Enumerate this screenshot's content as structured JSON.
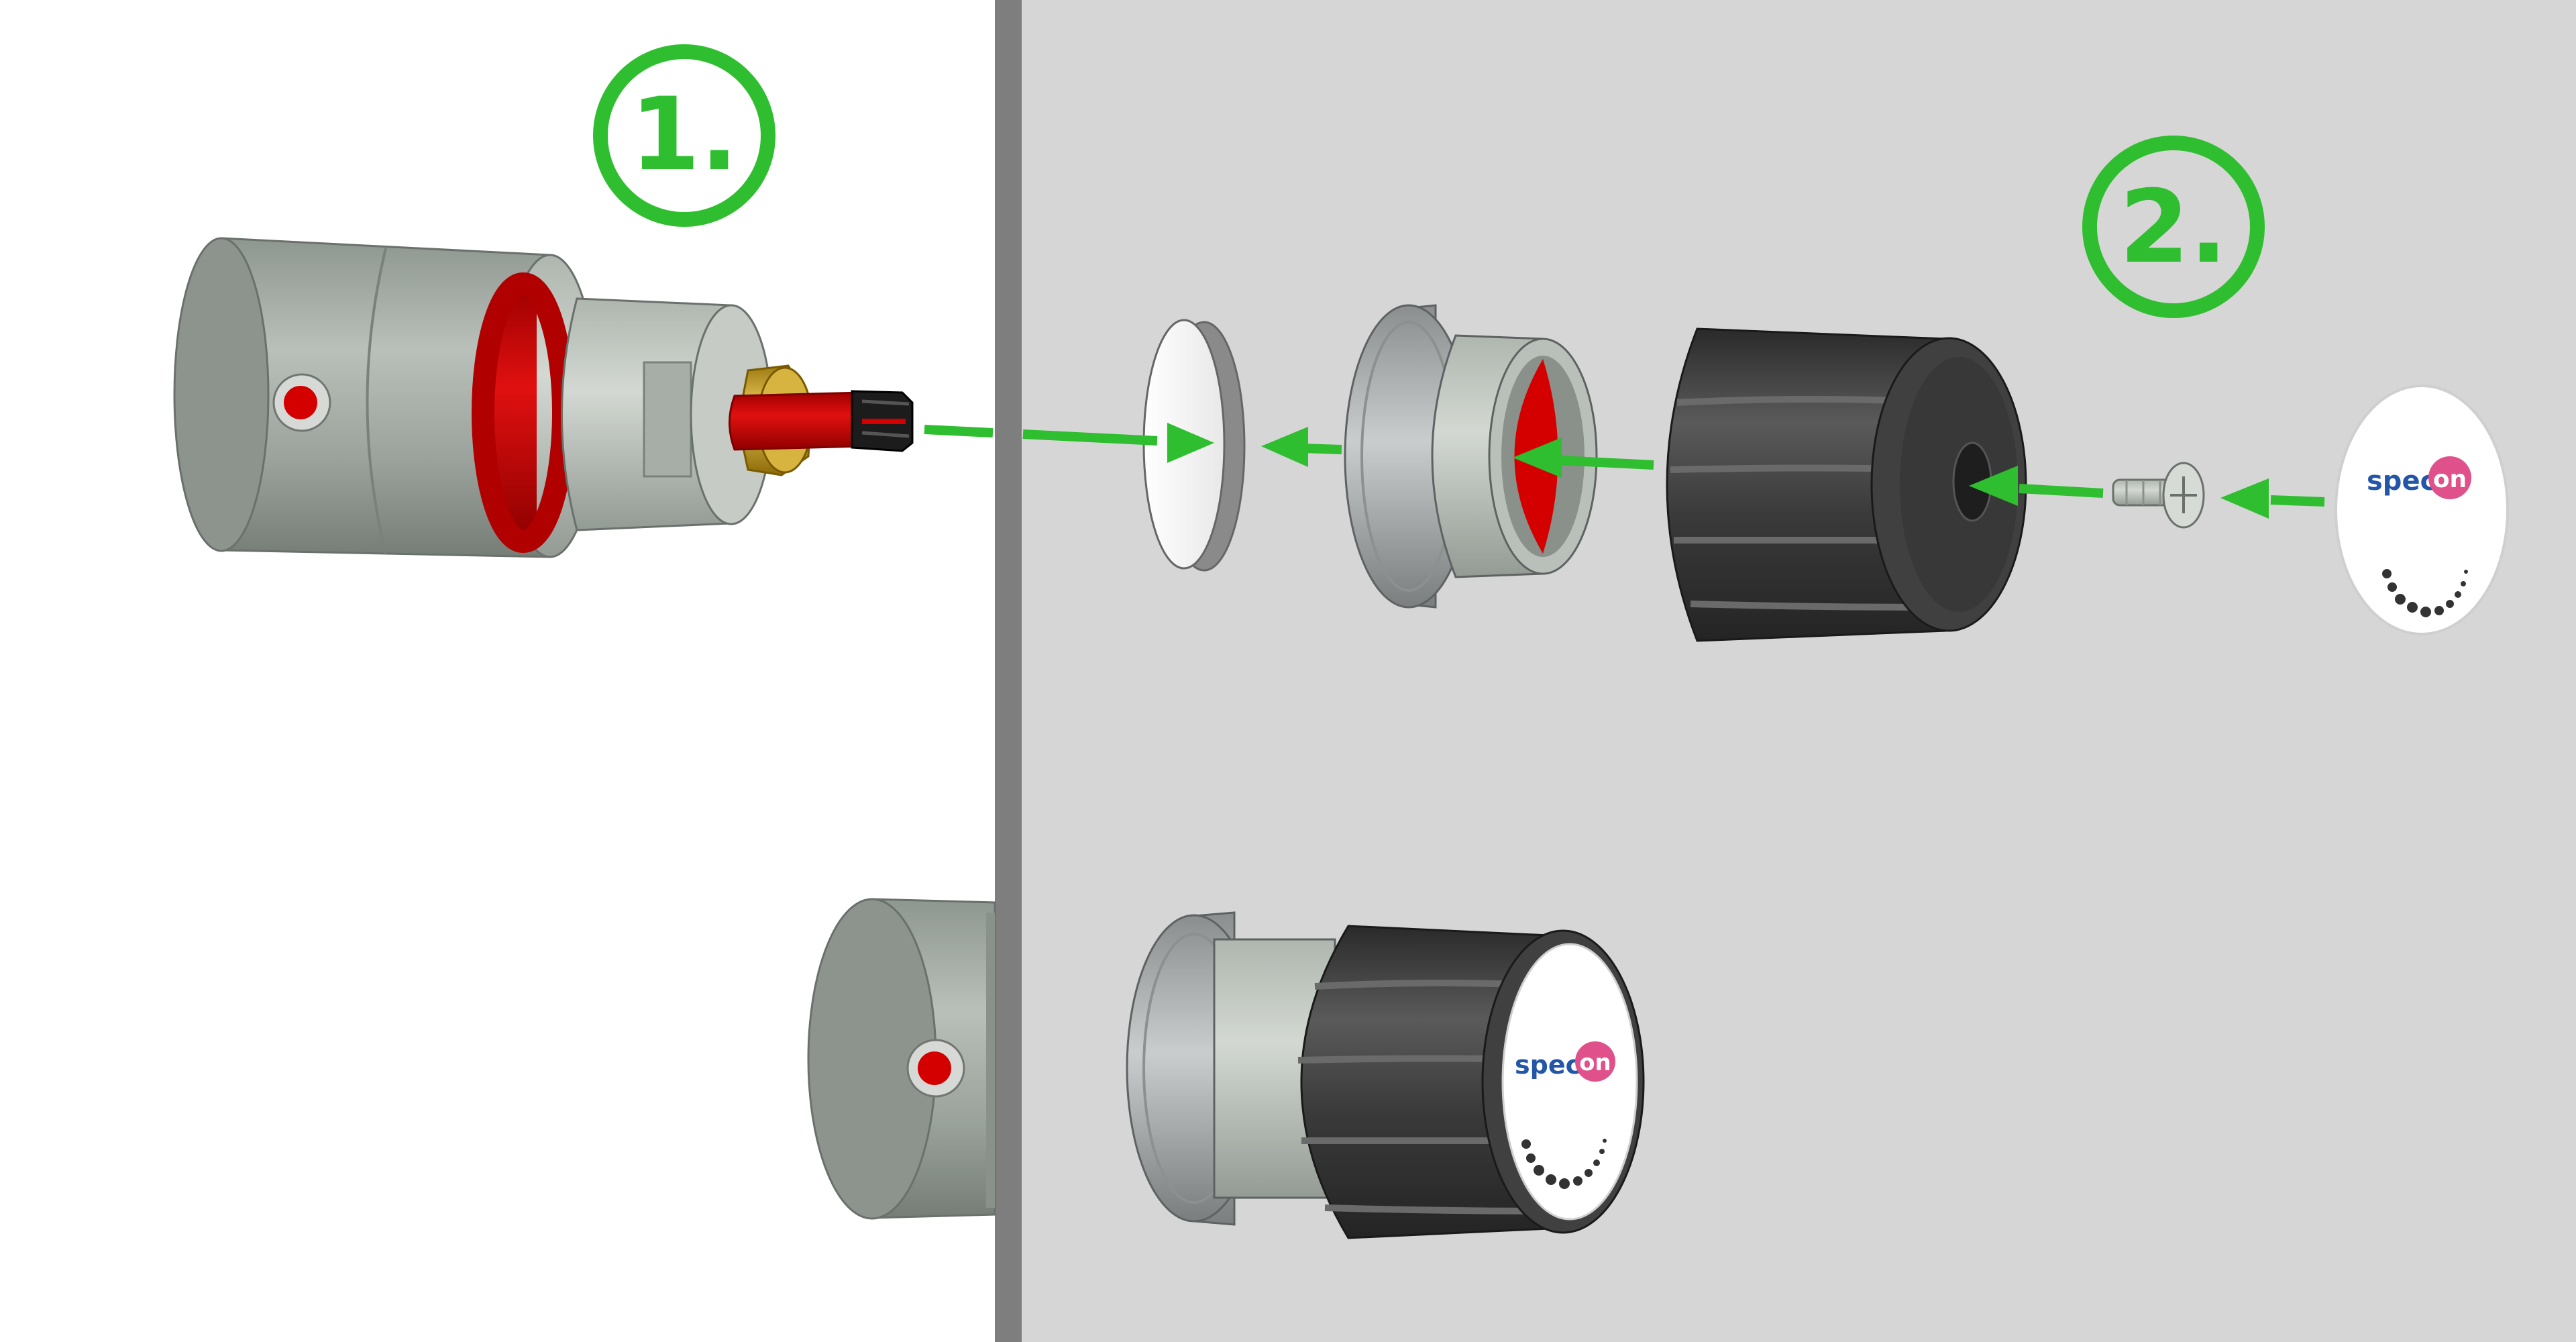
{
  "steps": [
    {
      "label": "1."
    },
    {
      "label": "2."
    }
  ],
  "cap_logo": {
    "prefix": "spectr",
    "suffix": "on"
  },
  "knob_logo": {
    "prefix": "spectr",
    "suffix": "on"
  },
  "colors": {
    "arrow": "#2fbe2f",
    "panel": "#d6d6d6",
    "panel_edge": "#7e7e7e",
    "accent_red": "#d40000",
    "brass": "#c8a028",
    "knob": "#3c3c3c",
    "logo_blue": "#2456a8",
    "logo_pink": "#e0508a"
  },
  "icons": [
    "arrow-left-icon",
    "arrow-right-icon"
  ]
}
